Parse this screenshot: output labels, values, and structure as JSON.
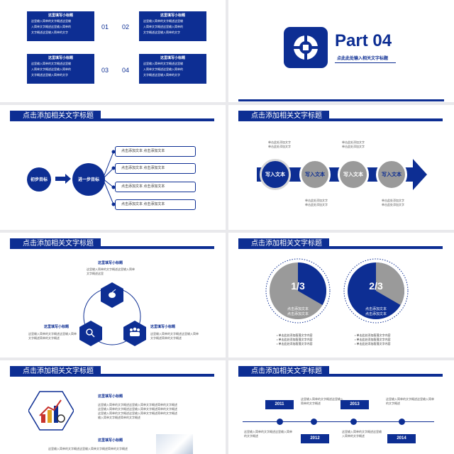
{
  "slide1": {
    "boxes": [
      {
        "num": "01",
        "title": "这里填写小标题",
        "lines": [
          "这里输入简单的文字概述这里输",
          "入简单文字概述这里输入简单的",
          "文字概述这里输入简单的文字"
        ]
      },
      {
        "num": "02",
        "title": "这里填写小标题",
        "lines": [
          "这里输入简单的文字概述这里输",
          "入简单文字概述这里输入简单的",
          "文字概述这里输入简单的文字"
        ]
      },
      {
        "num": "03",
        "title": "这里填写小标题",
        "lines": [
          "这里输入简单的文字概述这里输",
          "入简单文字概述这里输入简单的",
          "文字概述这里输入简单的文字"
        ]
      },
      {
        "num": "04",
        "title": "这里填写小标题",
        "lines": [
          "这里输入简单的文字概述这里输",
          "入简单文字概述这里输入简单的",
          "文字概述这里输入简单的文字"
        ]
      }
    ]
  },
  "slide2": {
    "part": "Part",
    "number": "04",
    "subtitle": "点此此处输入相关文字标题"
  },
  "slide3": {
    "header": "点击添加相关文字标题",
    "start": "初步目标",
    "next": "进一步目标",
    "items": [
      "点击添加文本 点击添加文本",
      "点击添加文本 点击添加文本",
      "点击添加文本 点击添加文本",
      "点击添加文本 点击添加文本"
    ]
  },
  "slide4": {
    "header": "点击添加相关文字标题",
    "circles": [
      "写入文本",
      "写入文本",
      "写入文本",
      "写入文本"
    ],
    "top_notes": [
      "单击此处添加文字",
      "单击此处添加文字"
    ],
    "bottom_notes": [
      "单击此处添加文字",
      "单击此处添加文字"
    ]
  },
  "slide5": {
    "header": "点击添加相关文字标题",
    "top": {
      "title": "这里填写小标题",
      "lines": [
        "这里输入简单的文字概述这里输入简单",
        "文字概述这里"
      ]
    },
    "left": {
      "title": "这里填写小标题",
      "lines": [
        "这里输入简单的文字概述这里输入简单",
        "文字概述简单的文字概述"
      ]
    },
    "right": {
      "title": "这里填写小标题",
      "lines": [
        "这里输入简单的文字概述这里输入简单",
        "文字概述简单的文字概述"
      ]
    }
  },
  "slide6": {
    "header": "点击添加相关文字标题",
    "charts": [
      {
        "label": "1/3",
        "fraction": 0.3333,
        "inner": [
          "点击添加文本",
          "点击添加文本"
        ],
        "bullets": [
          "单击此处添加段落文字内容",
          "单击此处添加段落文字内容",
          "单击此处添加段落文字内容"
        ]
      },
      {
        "label": "2/3",
        "fraction": 0.6667,
        "inner": [
          "点击添加文本",
          "点击添加文本"
        ],
        "bullets": [
          "单击此处添加段落文字内容",
          "单击此处添加段落文字内容",
          "单击此处添加段落文字内容"
        ]
      }
    ]
  },
  "slide7": {
    "header": "点击添加相关文字标题",
    "title": "这里填写小标题",
    "lines": [
      "这里输入简单的文字概述这里输入简单文字概述简单的文字概述",
      "这里输入简单的文字概述这里输入简单文字概述简单的文字概述",
      "这里输入简单的文字概述这里输入简单文字概述简单的文字概述",
      "输入简单文字概述简单的文字概述"
    ],
    "title2": "这里填写小标题",
    "line2": "这里输入简单的文字概述这里输入简单文字概述简单的文字概述"
  },
  "slide8": {
    "header": "点击添加相关文字标题",
    "years": [
      "2011",
      "2012",
      "2013",
      "2014"
    ],
    "texts": [
      "这里输入简单的文字概述这里输入简单的文字概述",
      "这里输入简单的文字概述这里输入简单的文字概述",
      "这里输入简单的文字概述这里输入简单的文字概述",
      "这里输入简单的文字概述这里输入简单的文字概述"
    ]
  },
  "colors": {
    "accent": "#0d2e93",
    "gray": "#9a9a9a"
  }
}
